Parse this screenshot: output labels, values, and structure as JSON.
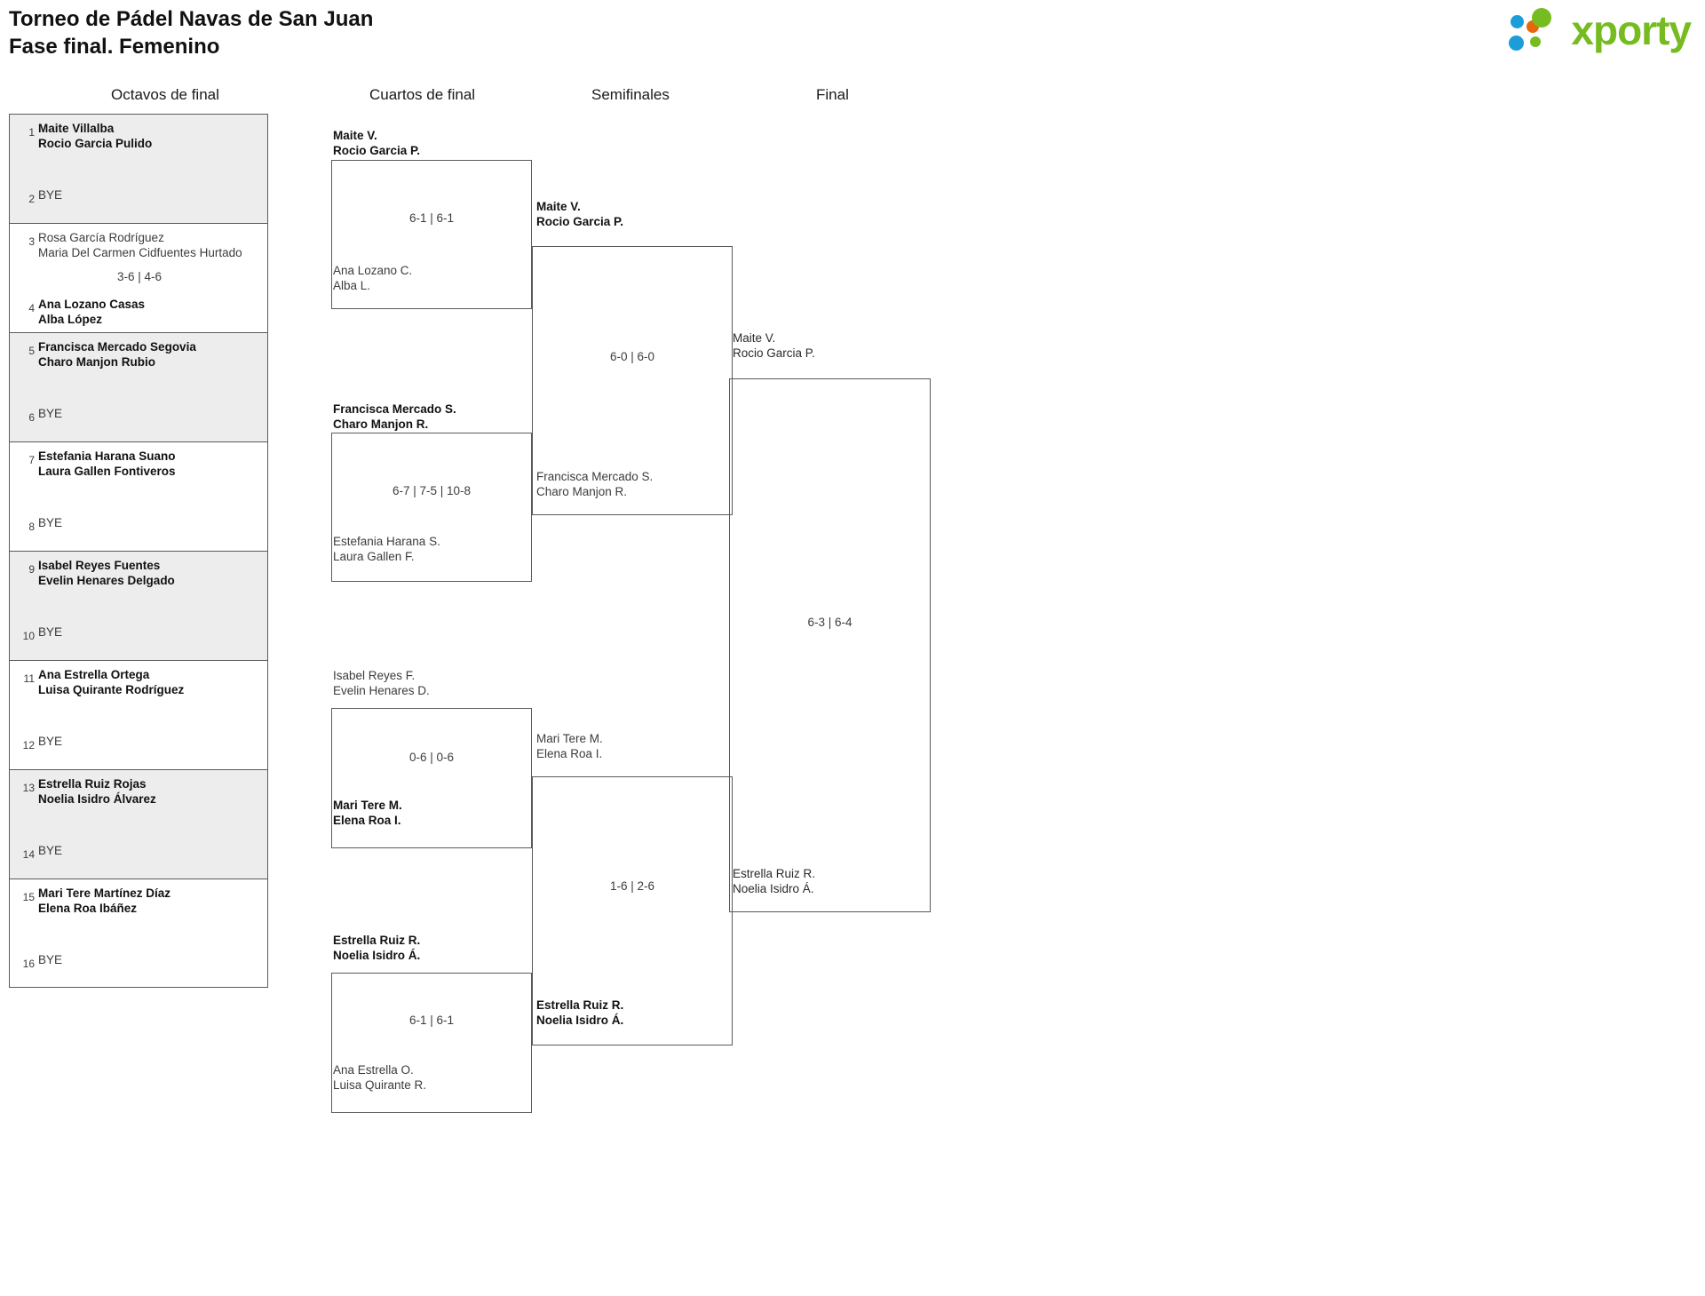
{
  "header": {
    "title_line1": "Torneo de Pádel Navas de San Juan",
    "title_line2": "Fase final. Femenino",
    "logo_text": "xporty",
    "logo_colors": {
      "blue": "#1b9dd9",
      "orange": "#e8660c",
      "green": "#76bc21"
    }
  },
  "rounds": [
    {
      "label": "Octavos de final"
    },
    {
      "label": "Cuartos de final"
    },
    {
      "label": "Semifinales"
    },
    {
      "label": "Final"
    }
  ],
  "round1": {
    "pairs": [
      {
        "shaded": true,
        "score": "",
        "top": {
          "seed": "1",
          "line1": "Maite Villalba",
          "line2": "Rocio Garcia Pulido",
          "result": "win"
        },
        "bottom": {
          "seed": "2",
          "line1": "BYE",
          "line2": "",
          "result": "bye"
        }
      },
      {
        "shaded": false,
        "score": "3-6 | 4-6",
        "top": {
          "seed": "3",
          "line1": "Rosa García Rodríguez",
          "line2": "Maria Del Carmen Cidfuentes Hurtado",
          "result": "lose"
        },
        "bottom": {
          "seed": "4",
          "line1": "Ana Lozano Casas",
          "line2": "Alba López",
          "result": "win"
        }
      },
      {
        "shaded": true,
        "score": "",
        "top": {
          "seed": "5",
          "line1": "Francisca Mercado Segovia",
          "line2": "Charo Manjon Rubio",
          "result": "win"
        },
        "bottom": {
          "seed": "6",
          "line1": "BYE",
          "line2": "",
          "result": "bye"
        }
      },
      {
        "shaded": false,
        "score": "",
        "top": {
          "seed": "7",
          "line1": "Estefania Harana Suano",
          "line2": "Laura Gallen Fontiveros",
          "result": "win"
        },
        "bottom": {
          "seed": "8",
          "line1": "BYE",
          "line2": "",
          "result": "bye"
        }
      },
      {
        "shaded": true,
        "score": "",
        "top": {
          "seed": "9",
          "line1": "Isabel Reyes Fuentes",
          "line2": "Evelin Henares Delgado",
          "result": "win"
        },
        "bottom": {
          "seed": "10",
          "line1": "BYE",
          "line2": "",
          "result": "bye"
        }
      },
      {
        "shaded": false,
        "score": "",
        "top": {
          "seed": "11",
          "line1": "Ana Estrella Ortega",
          "line2": "Luisa Quirante Rodríguez",
          "result": "win"
        },
        "bottom": {
          "seed": "12",
          "line1": "BYE",
          "line2": "",
          "result": "bye"
        }
      },
      {
        "shaded": true,
        "score": "",
        "top": {
          "seed": "13",
          "line1": "Estrella Ruiz Rojas",
          "line2": "Noelia Isidro Álvarez",
          "result": "win"
        },
        "bottom": {
          "seed": "14",
          "line1": "BYE",
          "line2": "",
          "result": "bye"
        }
      },
      {
        "shaded": false,
        "score": "",
        "top": {
          "seed": "15",
          "line1": "Mari Tere Martínez Díaz",
          "line2": "Elena Roa Ibáñez",
          "result": "win"
        },
        "bottom": {
          "seed": "16",
          "line1": "BYE",
          "line2": "",
          "result": "bye"
        }
      }
    ]
  },
  "round2": {
    "matches": [
      {
        "score": "6-1 | 6-1",
        "top": {
          "line1": "Maite V.",
          "line2": "Rocio Garcia P.",
          "result": "win"
        },
        "bottom": {
          "line1": "Ana Lozano C.",
          "line2": "Alba L.",
          "result": "lose"
        }
      },
      {
        "score": "6-7 | 7-5 | 10-8",
        "top": {
          "line1": "Francisca Mercado S.",
          "line2": "Charo Manjon R.",
          "result": "win"
        },
        "bottom": {
          "line1": "Estefania Harana S.",
          "line2": "Laura Gallen F.",
          "result": "lose"
        }
      },
      {
        "score": "0-6 | 0-6",
        "top": {
          "line1": "Isabel Reyes F.",
          "line2": "Evelin Henares D.",
          "result": "lose"
        },
        "bottom": {
          "line1": "Mari Tere M.",
          "line2": "Elena Roa I.",
          "result": "win"
        }
      },
      {
        "score": "6-1 | 6-1",
        "top": {
          "line1": "Estrella Ruiz R.",
          "line2": "Noelia Isidro Á.",
          "result": "win"
        },
        "bottom": {
          "line1": "Ana Estrella O.",
          "line2": "Luisa Quirante R.",
          "result": "lose"
        }
      }
    ]
  },
  "round3": {
    "matches": [
      {
        "score": "6-0 | 6-0",
        "top": {
          "line1": "Maite V.",
          "line2": "Rocio Garcia P.",
          "result": "win"
        },
        "bottom": {
          "line1": "Francisca Mercado S.",
          "line2": "Charo Manjon R.",
          "result": "lose"
        }
      },
      {
        "score": "1-6 | 2-6",
        "top": {
          "line1": "Mari Tere M.",
          "line2": "Elena Roa I.",
          "result": "lose"
        },
        "bottom": {
          "line1": "Estrella Ruiz R.",
          "line2": "Noelia Isidro Á.",
          "result": "win"
        }
      }
    ]
  },
  "round4": {
    "matches": [
      {
        "score": "6-3 | 6-4",
        "top": {
          "line1": "Maite V.",
          "line2": "Rocio Garcia P.",
          "result": "neutral"
        },
        "bottom": {
          "line1": "Estrella Ruiz R.",
          "line2": "Noelia Isidro Á.",
          "result": "neutral"
        }
      }
    ]
  }
}
